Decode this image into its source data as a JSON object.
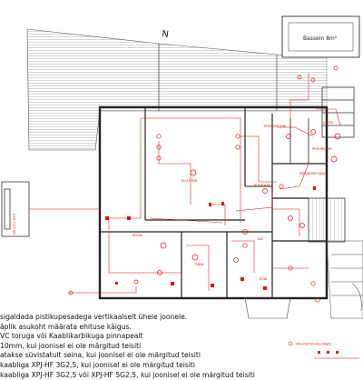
{
  "plan": {
    "north_symbol": "N",
    "pool_label": "Bassein 8m²",
    "room_labels": {
      "living": "ELUTUBA",
      "kitchen": "KÖÖK",
      "hall": "KORIDOR",
      "utility": "TEHNORUUM",
      "sauna": "SAUN",
      "washroom": "PESURUUM",
      "bedroom": "MAGAMISTUBA",
      "wc": "WC",
      "entry": "ESIK",
      "room": "TUBA"
    },
    "left_vertical_label": "HB 1000 MYX",
    "legend_text": "VALGUSTUS KELLAAJAL"
  },
  "notes": {
    "line1": "sigaldada pistikupesadega vertikaalselt ühele joonele.",
    "line2": "ăplik asukoht määrata ehituse käigus.",
    "line3": "VC toruga või Kaablikarbikuga pinnapealt",
    "line4": "10mm, kui joonisel ei ole märgitud teisiti",
    "line5": "atakse süvistatult seina, kui joonisel ei ole märgitud teisiti",
    "line6": "kaabliga XPJ-HF 3G2,5, kui joonisel ei ole märgitud teisiti",
    "line7": "kaabliga XPJ-HF 3G2,5 või XPJ-HF 5G2,5, kui joonisel ei ole märgitud teisiti"
  },
  "colors": {
    "wire": "#dd1111",
    "wall": "#222222",
    "hatch": "#9a9a9a"
  }
}
